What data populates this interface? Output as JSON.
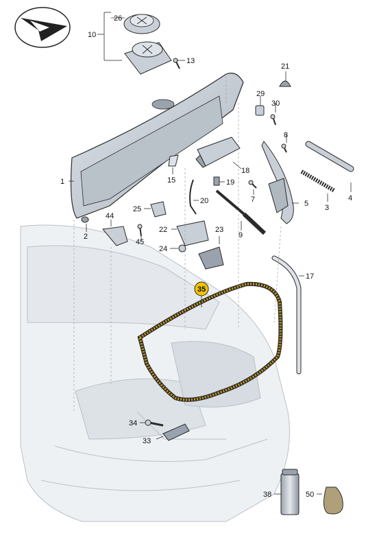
{
  "diagram": {
    "callouts": [
      {
        "id": "26",
        "label": "26"
      },
      {
        "id": "10",
        "label": "10"
      },
      {
        "id": "13",
        "label": "13"
      },
      {
        "id": "21",
        "label": "21"
      },
      {
        "id": "29",
        "label": "29"
      },
      {
        "id": "30",
        "label": "30"
      },
      {
        "id": "8",
        "label": "8"
      },
      {
        "id": "18",
        "label": "18"
      },
      {
        "id": "15",
        "label": "15"
      },
      {
        "id": "19",
        "label": "19"
      },
      {
        "id": "1",
        "label": "1"
      },
      {
        "id": "20",
        "label": "20"
      },
      {
        "id": "7",
        "label": "7"
      },
      {
        "id": "5",
        "label": "5"
      },
      {
        "id": "3",
        "label": "3"
      },
      {
        "id": "4",
        "label": "4"
      },
      {
        "id": "25",
        "label": "25"
      },
      {
        "id": "44",
        "label": "44"
      },
      {
        "id": "2",
        "label": "2"
      },
      {
        "id": "22",
        "label": "22"
      },
      {
        "id": "23",
        "label": "23"
      },
      {
        "id": "9",
        "label": "9"
      },
      {
        "id": "45",
        "label": "45"
      },
      {
        "id": "24",
        "label": "24"
      },
      {
        "id": "17",
        "label": "17"
      },
      {
        "id": "35",
        "label": "35"
      },
      {
        "id": "34",
        "label": "34"
      },
      {
        "id": "33",
        "label": "33"
      },
      {
        "id": "38",
        "label": "38"
      },
      {
        "id": "50",
        "label": "50"
      }
    ],
    "highlight_color": "#f2c200",
    "seal_color": "#c99a1a",
    "line_color": "#2a2a2a",
    "part_fill": "#c9cfd6",
    "body_fill": "#eef1f4"
  }
}
